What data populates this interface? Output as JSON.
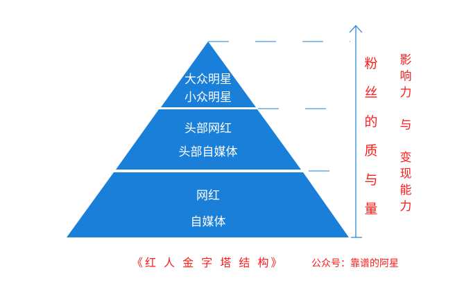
{
  "tiers": [
    {
      "line1": "大众明星",
      "line2": "小众明星"
    },
    {
      "line1": "头部网红",
      "line2": "头部自媒体"
    },
    {
      "line1": "网红",
      "line2": "自媒体"
    }
  ],
  "axis_label_left": [
    "粉",
    "丝",
    "的",
    "质",
    "与",
    "量"
  ],
  "axis_label_right": [
    "影",
    "响",
    "力",
    "",
    "与",
    "",
    "变",
    "现",
    "能",
    "力"
  ],
  "caption": "《红 人 金 字 塔 结 构》",
  "credit": "公众号：靠谱的阿星",
  "colors": {
    "tier": "#1a7fd9",
    "text_red": "#ff1a1a"
  }
}
